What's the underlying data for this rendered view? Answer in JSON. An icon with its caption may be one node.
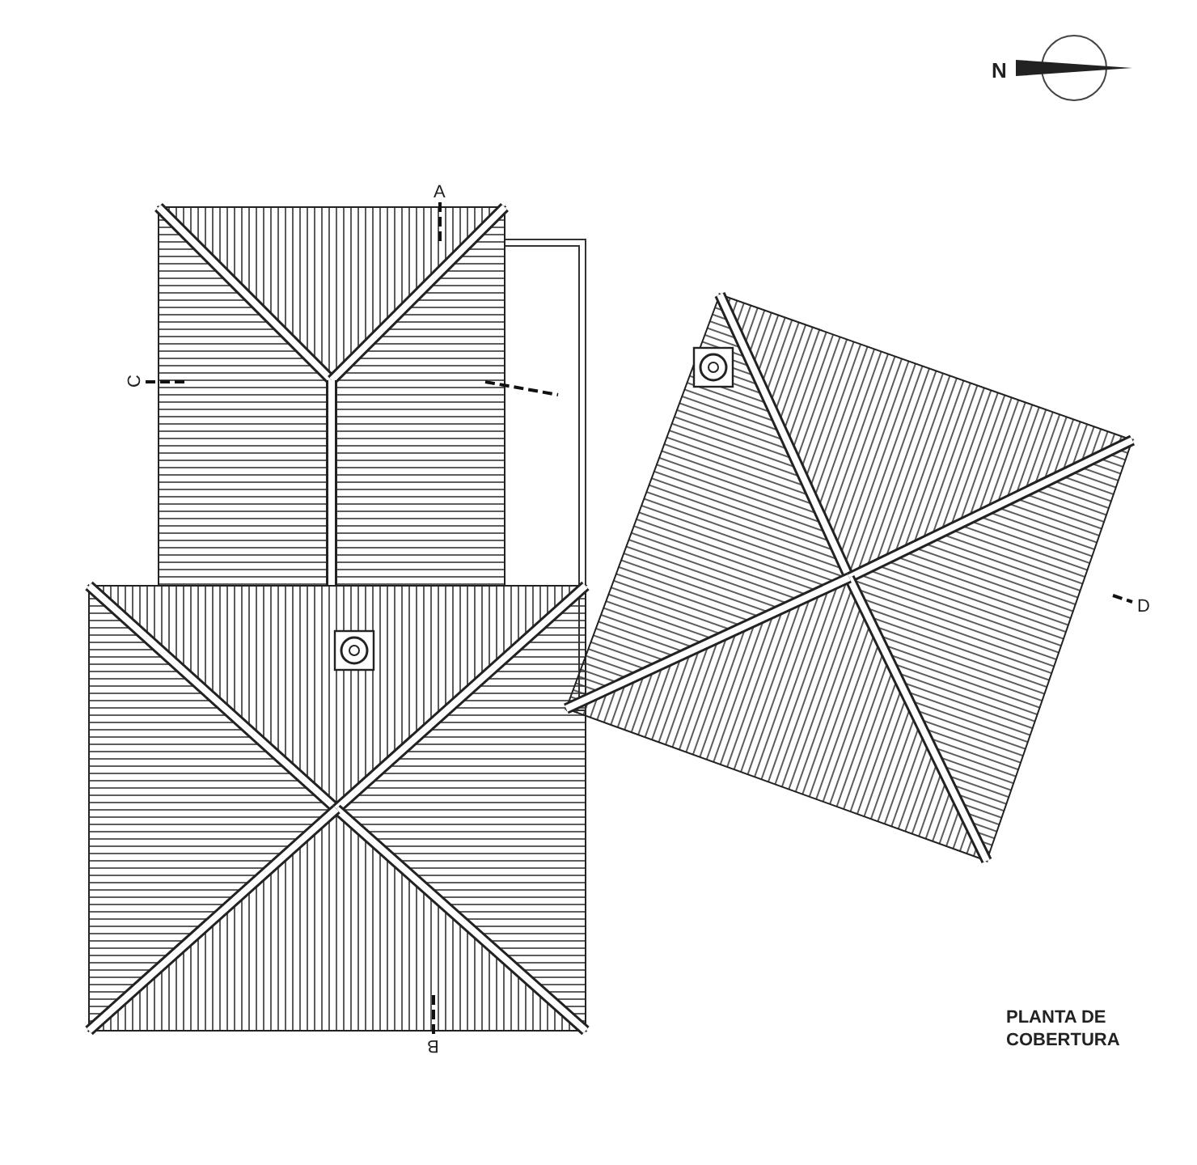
{
  "diagram": {
    "title": "PLANTA DE COBERTURA",
    "labels": [
      "N",
      "A",
      "C",
      "D",
      "B"
    ]
  }
}
